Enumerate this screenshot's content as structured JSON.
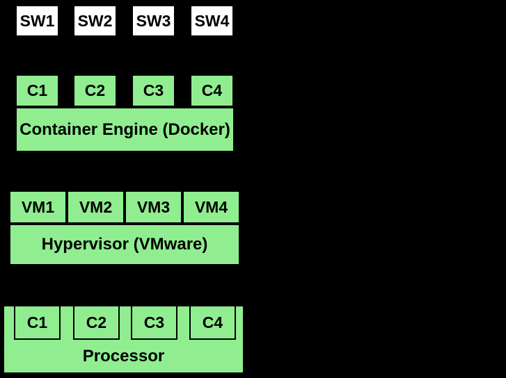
{
  "colors": {
    "background": "#000000",
    "box_green": "#90EE90",
    "box_white": "#FFFFFF",
    "border": "#000000",
    "label_text": "#000000"
  },
  "container_stack": {
    "apps": [
      "SW1",
      "SW2",
      "SW3",
      "SW4"
    ],
    "containers": [
      "C1",
      "C2",
      "C3",
      "C4"
    ],
    "engine_label": "Container Engine (Docker)"
  },
  "vm_stack": {
    "vms": [
      "VM1",
      "VM2",
      "VM3",
      "VM4"
    ],
    "hypervisor_label": "Hypervisor (VMware)"
  },
  "hardware": {
    "cores": [
      "C1",
      "C2",
      "C3",
      "C4"
    ],
    "processor_label": "Processor"
  }
}
